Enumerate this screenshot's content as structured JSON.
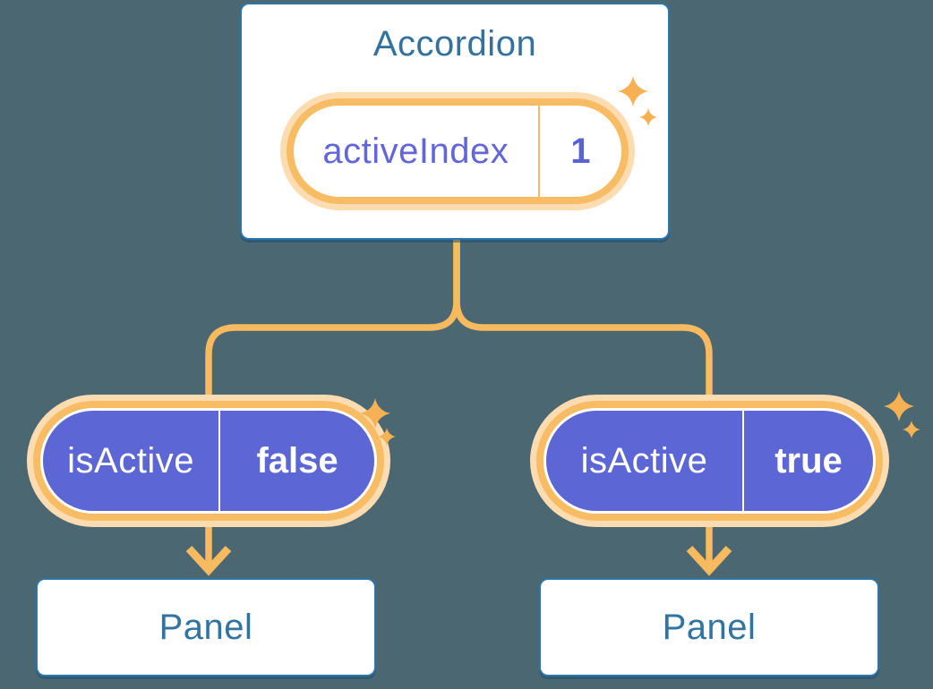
{
  "diagram_type": "react-state-tree-illustration",
  "colors": {
    "background": "#4b6771",
    "card_bg": "#ffffff",
    "card_border": "#2e76a5",
    "heading_text": "#35719d",
    "connector_line": "#f8ba5f",
    "pill_ring_orange": "#f8bd64",
    "pill_glow": "#fcdcb0",
    "pill_purple_fill": "#5c66d4",
    "pill_label_purple_text": "#6366d9",
    "pill_value_purple_text": "#5b63d3",
    "sparkle": "#f6b154"
  },
  "accordion": {
    "title": "Accordion",
    "state_pill": {
      "label": "activeIndex",
      "value": "1"
    }
  },
  "children": [
    {
      "prop_pill": {
        "label": "isActive",
        "value": "false"
      },
      "panel_title": "Panel"
    },
    {
      "prop_pill": {
        "label": "isActive",
        "value": "true"
      },
      "panel_title": "Panel"
    }
  ]
}
